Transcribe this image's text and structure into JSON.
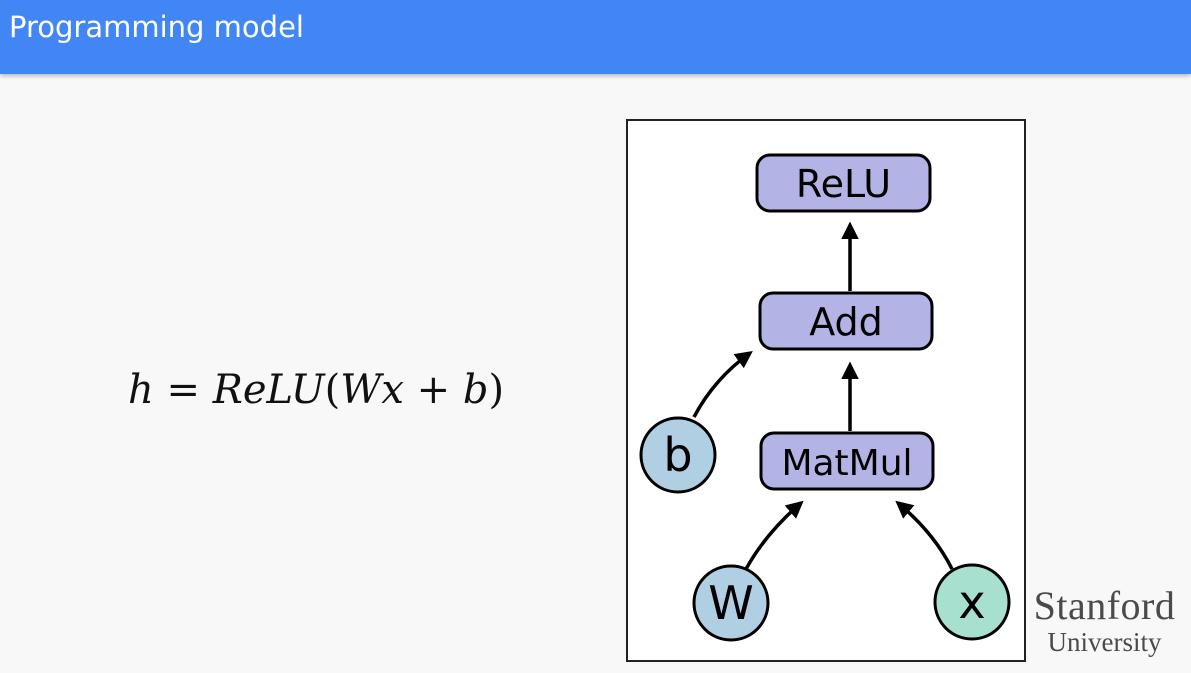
{
  "header": {
    "title": "Programming model"
  },
  "formula": {
    "lhs": "h",
    "equals": " = ",
    "func": "ReLU",
    "open": "(",
    "w": "W",
    "x": "x",
    "plus": " + ",
    "b": "b",
    "close": ")"
  },
  "diagram": {
    "nodes": {
      "relu": "ReLU",
      "add": "Add",
      "matmul": "MatMul",
      "b": "b",
      "w": "W",
      "x": "x"
    },
    "colors": {
      "op_fill": "#b3b3e6",
      "var_fill": "#b0cfe3",
      "input_fill": "#a8e0cf",
      "stroke": "#000000"
    }
  },
  "logo": {
    "name": "Stanford",
    "sub": "University"
  }
}
